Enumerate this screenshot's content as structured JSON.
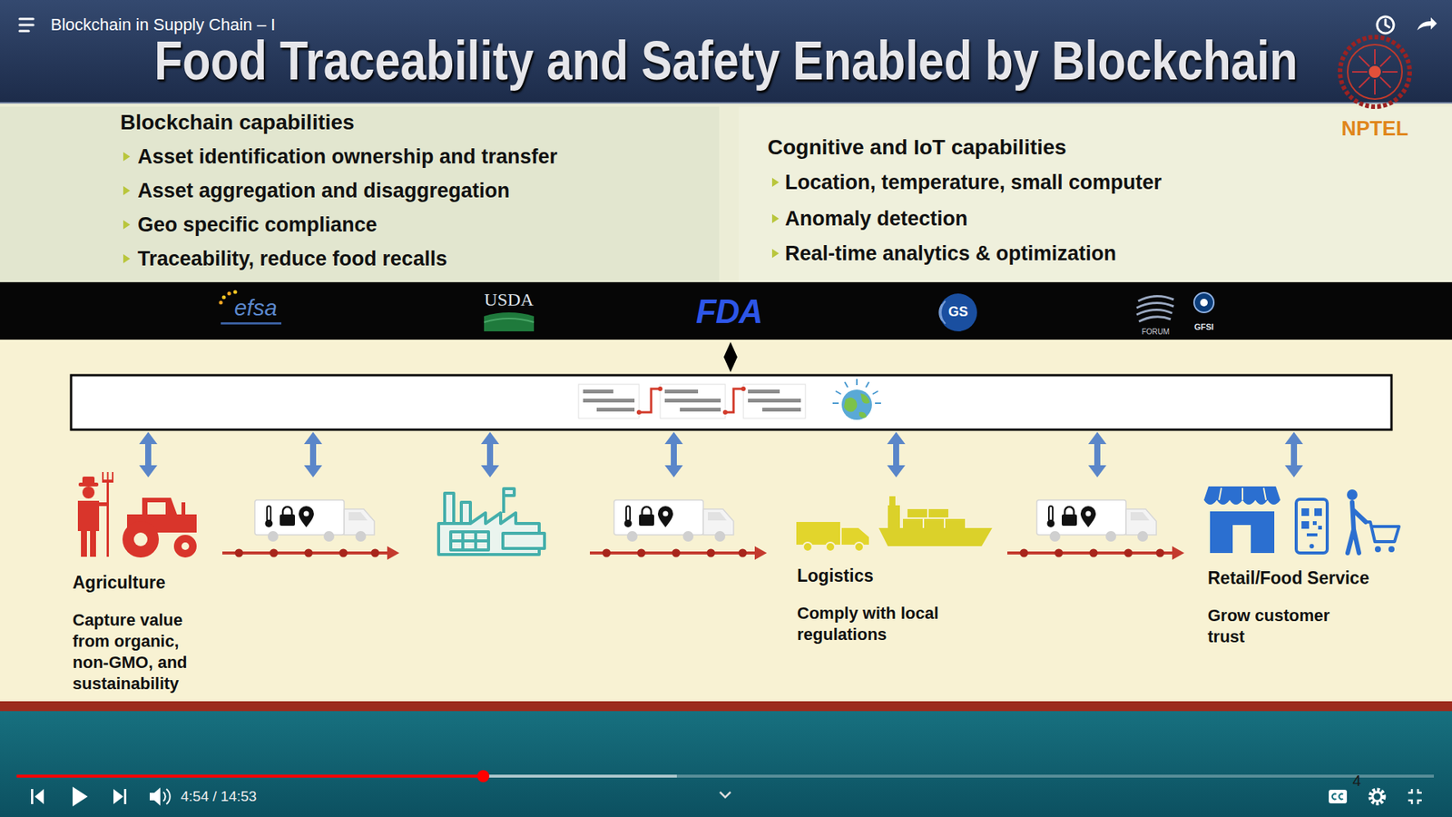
{
  "diagram": {
    "title": "Food Traceability and Safety Enabled by Blockchain",
    "nodes": [
      {
        "text": [
          "Blockchain capabilities",
          "Asset identification ownership and transfer",
          "Asset aggregation and disaggregation",
          "Geo specific compliance",
          "Traceability, reduce food recalls"
        ]
      },
      {
        "text": [
          "Cognitive and IoT capabilities",
          "Location, temperature, small computer",
          "Anomaly detection",
          "Real-time analytics & optimization"
        ]
      },
      {
        "text": [
          "efsa",
          "USDA",
          "FDA",
          "GS",
          "FORUM",
          "GFSI"
        ]
      }
    ],
    "labels": [
      "Blockchain in Supply Chain – I",
      "NPTEL",
      "Agriculture",
      "Capture value from organic, non-GMO, and sustainability",
      "Logistics",
      "Comply with local regulations",
      "Retail/Food Service",
      "Grow customer trust",
      "4",
      "4:54 / 14:53"
    ]
  }
}
